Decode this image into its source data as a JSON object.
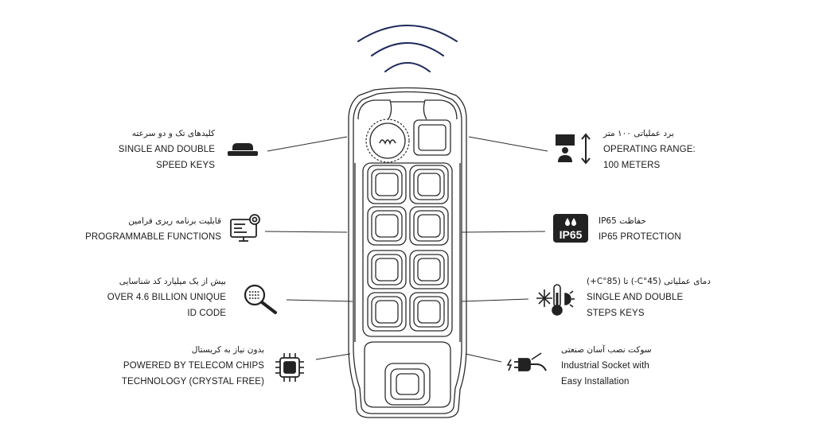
{
  "features": {
    "speed_keys": {
      "fa": "کلیدهای تک و دو سرعته",
      "en1": "SINGLE AND DOUBLE",
      "en2": "SPEED KEYS",
      "icon": "double-speed-key-icon"
    },
    "programmable": {
      "fa": "قابلیت برنامه ریزی فرامین",
      "en1": "PROGRAMMABLE FUNCTIONS",
      "icon": "programming-monitor-icon"
    },
    "unique_id": {
      "fa": "بیش از یک میلیارد کد شناسایی",
      "en1": "OVER 4.6 BILLION UNIQUE",
      "en2": "ID CODE",
      "icon": "magnifier-code-icon"
    },
    "telecom_chips": {
      "fa": "بدون نیاز به کریستال",
      "en1": "POWERED BY TELECOM CHIPS",
      "en2": "TECHNOLOGY (CRYSTAL FREE)",
      "icon": "microchip-icon"
    },
    "operating_range": {
      "fa": "برد عملیاتی ۱۰۰ متر",
      "en1": "OPERATING RANGE:",
      "en2": "100 METERS",
      "icon": "range-distance-icon"
    },
    "ip65": {
      "fa": "IP65 حفاظت",
      "en1": "IP65 PROTECTION",
      "badge": "IP65",
      "icon": "ip65-badge-icon"
    },
    "temperature": {
      "fa": "دمای عملیاتی (45°C-) تا (85°C+)",
      "en1": "SINGLE AND DOUBLE",
      "en2": "STEPS KEYS",
      "icon": "thermometer-icon"
    },
    "socket": {
      "fa": "سوکت نصب آسان صنعتی",
      "en1": "Industrial Socket with",
      "en2": "Easy Installation",
      "icon": "plug-socket-icon"
    }
  },
  "remote": {
    "icon": "wireless-signal-icon",
    "logo": "brand-logo-icon"
  },
  "colors": {
    "line": "#2b2b2b",
    "signal": "#1c2a5a",
    "icon": "#222222"
  }
}
